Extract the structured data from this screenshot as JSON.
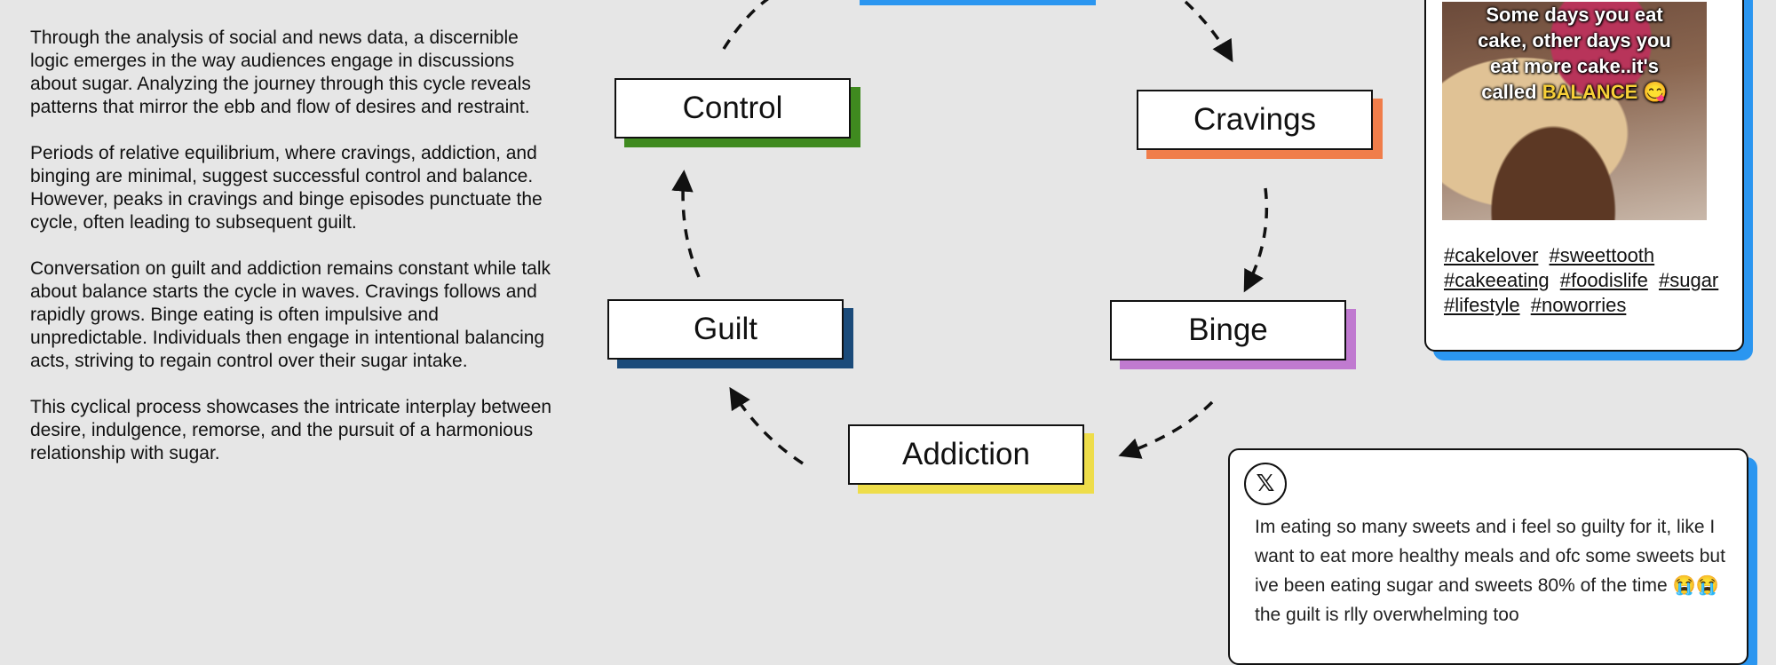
{
  "narrative": {
    "paragraphs": [
      "Through the analysis of social and news data, a discernible logic emerges in the way audiences engage in discussions about sugar. Analyzing the journey through this cycle reveals patterns that mirror the ebb and flow of desires and restraint.",
      "Periods of relative equilibrium, where cravings, addiction, and binging are minimal, suggest successful control and balance. However, peaks in cravings and binge episodes punctuate the cycle, often leading to subsequent guilt.",
      "Conversation on guilt and addiction remains constant while talk about balance starts the cycle in waves. Cravings follows and rapidly grows. Binge eating is often impulsive and unpredictable. Individuals then engage in intentional balancing acts, striving to regain control over their sugar intake.",
      "This cyclical process showcases the intricate interplay between desire, indulgence, remorse, and the pursuit of a harmonious relationship with sugar."
    ]
  },
  "cycle": {
    "nodes": {
      "control": {
        "label": "Control",
        "color": "#3f8a1f"
      },
      "cravings": {
        "label": "Cravings",
        "color": "#f07d4a"
      },
      "binge": {
        "label": "Binge",
        "color": "#c07ad0"
      },
      "addiction": {
        "label": "Addiction",
        "color": "#eedd4a"
      },
      "guilt": {
        "label": "Guilt",
        "color": "#1b4b7a"
      }
    },
    "top_node_color": "#2b96f0"
  },
  "instagram_post": {
    "caption_lines": [
      "Some days you eat",
      "cake, other days you",
      "eat more cake..it's"
    ],
    "caption_last": "called",
    "caption_highlight": "BALANCE",
    "emoji": "😋",
    "hashtags": [
      "#cakelover",
      "#sweettooth",
      "#cakeeating",
      "#foodislife",
      "#sugar",
      "#lifestyle",
      "#noworries"
    ],
    "accent_color": "#2b96f0"
  },
  "x_post": {
    "logo": "𝕏",
    "text": "Im eating so many sweets and i feel so guilty for it, like I want to eat more healthy meals and ofc some sweets but ive been eating sugar and sweets 80% of the time 😭😭 the guilt is rlly overwhelming too"
  }
}
